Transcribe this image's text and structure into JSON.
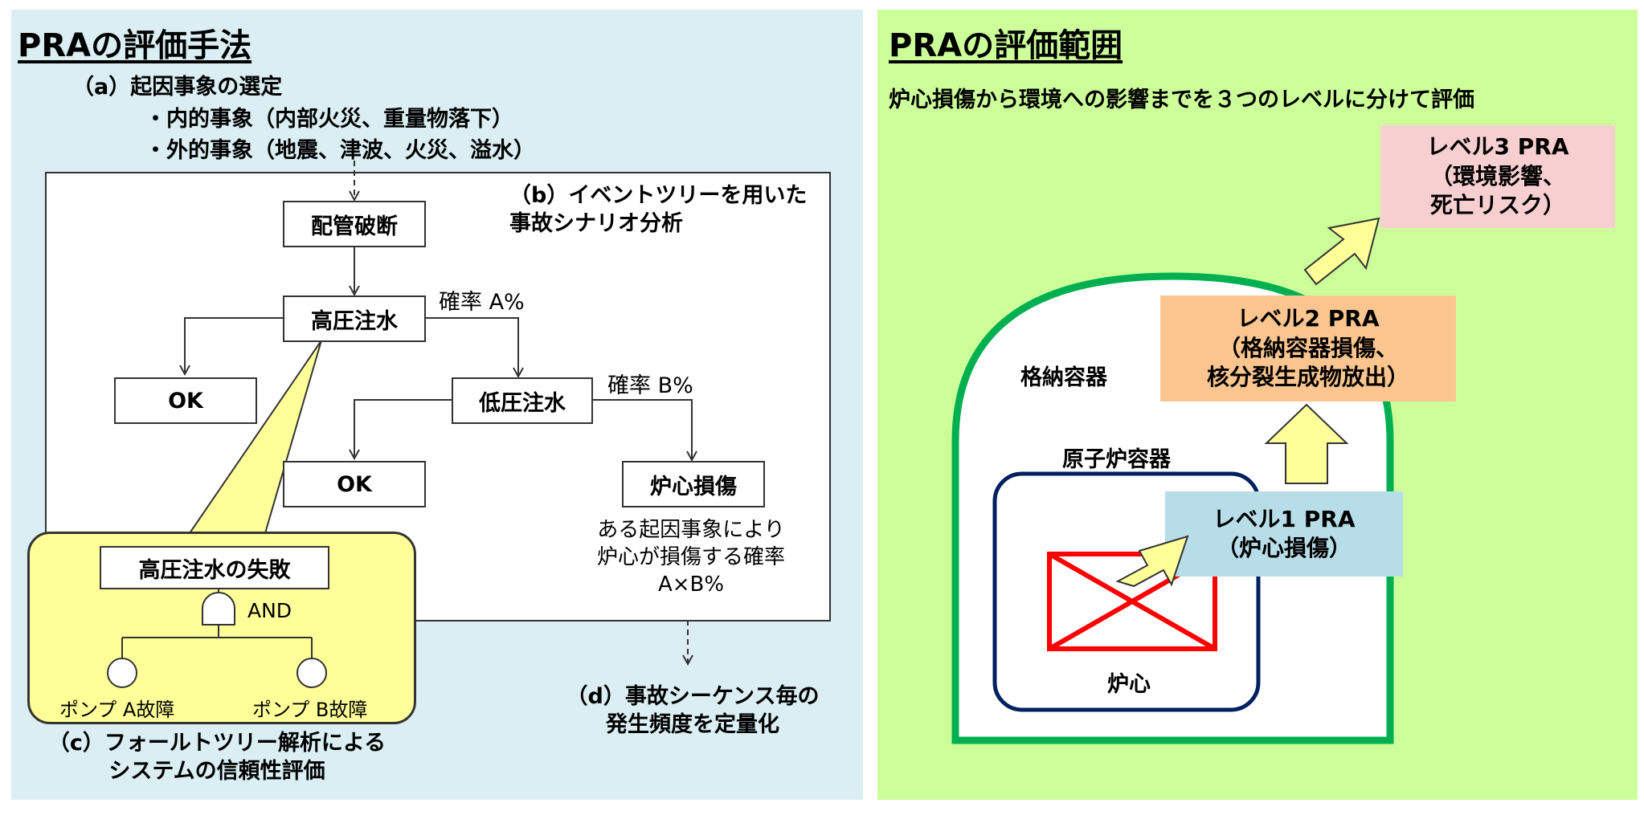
{
  "left": {
    "title": "PRAの評価手法",
    "step_a": {
      "heading": "（a）起因事象の選定",
      "item1": "・内的事象（内部火災、重量物落下）",
      "item2": "・外的事象（地震、津波、火災、溢水）"
    },
    "step_b": "（b）イベントツリーを用いた\n事故シナリオ分析",
    "event_tree": {
      "pipe_break": "配管破断",
      "high_pressure": "高圧注水",
      "prob_a": "確率 A%",
      "ok1": "OK",
      "low_pressure": "低圧注水",
      "prob_b": "確率 B%",
      "ok2": "OK",
      "core_damage": "炉心損傷",
      "core_damage_note": "ある起因事象により\n炉心が損傷する確率\nA×B%"
    },
    "fault_tree": {
      "top_event": "高圧注水の失敗",
      "gate": "AND",
      "pump_a": "ポンプ A故障",
      "pump_b": "ポンプ B故障"
    },
    "step_c": "（c）フォールトツリー解析による\nシステムの信頼性評価",
    "step_d": "（d）事故シーケンス毎の\n発生頻度を定量化"
  },
  "right": {
    "title": "PRAの評価範囲",
    "subtitle": "炉心損傷から環境への影響までを３つのレベルに分けて評価",
    "containment": "格納容器",
    "reactor_vessel": "原子炉容器",
    "core": "炉心",
    "level1": "レベル1 PRA\n（炉心損傷）",
    "level2": "レベル2 PRA\n（格納容器損傷、\n核分裂生成物放出）",
    "level3": "レベル3 PRA\n（環境影響、\n死亡リスク）"
  },
  "colors": {
    "left_bg": "#daeef3",
    "right_bg": "#ccff99",
    "fault_tree_bg": "#ffff99",
    "containment_green": "#00b050",
    "vessel_navy": "#002060",
    "core_red": "#ff0000",
    "level1_bg": "#b7dde8",
    "level2_bg": "#fac58f",
    "level3_bg": "#f8cfd0",
    "arrow_fill": "#ffff99"
  }
}
